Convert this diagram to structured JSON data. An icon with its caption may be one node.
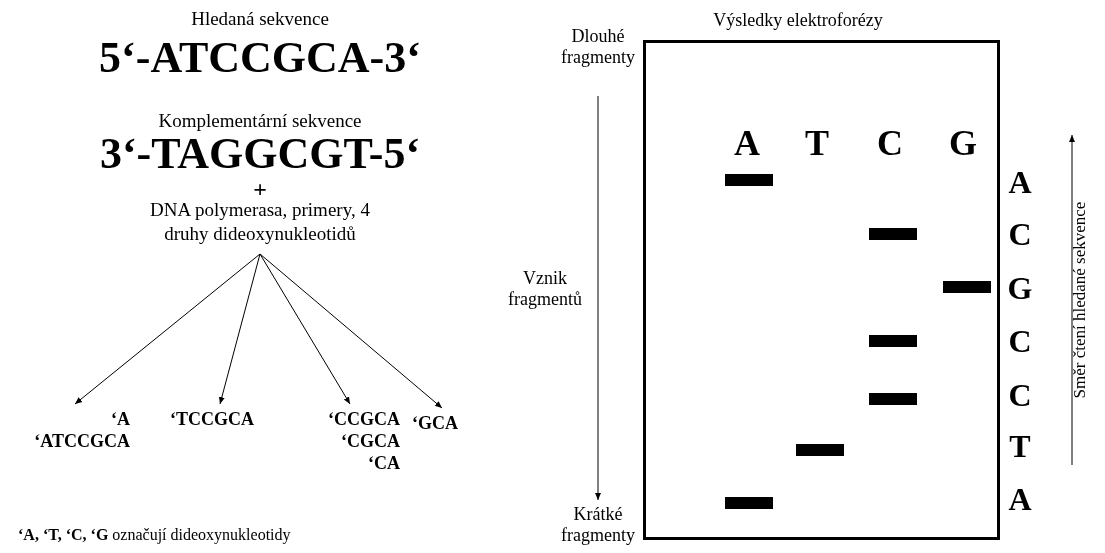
{
  "diagram": {
    "nodes": [
      {
        "text": [
          "DNA polymerasa, primery, 4 druhy dideoxynukleotidů"
        ]
      },
      {
        "text": [
          "‘A",
          "‘ATCCGCA"
        ]
      },
      {
        "text": [
          "‘TCCGCA"
        ]
      },
      {
        "text": [
          "‘CCGCA",
          "‘CGCA",
          "‘CA"
        ]
      },
      {
        "text": [
          "‘GCA"
        ]
      },
      {
        "text": [
          "Výsledky elektroforézy"
        ]
      }
    ],
    "edges": [
      {
        "from": 0,
        "to": 1,
        "arrow": "to"
      },
      {
        "from": 0,
        "to": 2,
        "arrow": "to"
      },
      {
        "from": 0,
        "to": 3,
        "arrow": "to"
      },
      {
        "from": 0,
        "to": 4,
        "arrow": "to"
      }
    ],
    "labels": [
      "Hledaná sekvence",
      "5‘-ATCCGCA-3‘",
      "Komplementární sekvence",
      "3‘-TAGGCGT-5‘",
      "+",
      "Vznik fragmentů",
      "**‘A, ‘T, ‘C, ‘G** označují dideoxynukleotidy",
      "Dlouhé fragmenty",
      "A",
      "T",
      "C",
      "G",
      "A",
      "C",
      "G",
      "C",
      "C",
      "T",
      "A",
      "Směr čtení hledané sekvence",
      "Krátké fragmenty"
    ]
  }
}
